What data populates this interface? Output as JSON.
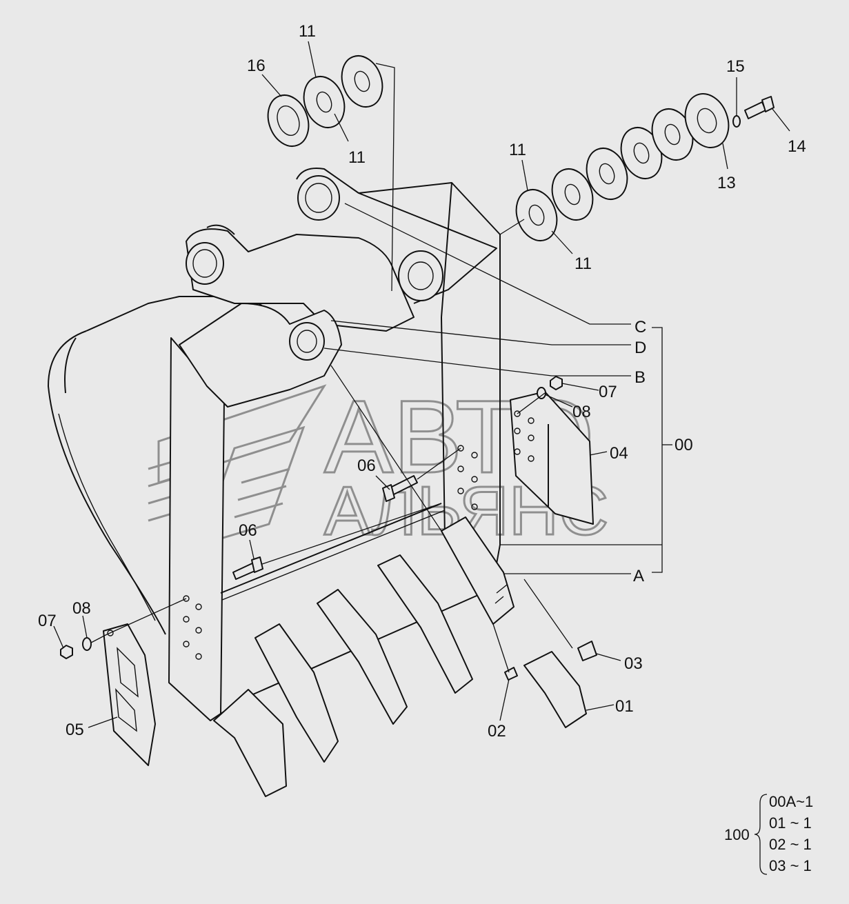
{
  "labels": {
    "l16": "16",
    "l11a": "11",
    "l11b": "11",
    "l11c": "11",
    "l11d": "11",
    "l15": "15",
    "l14": "14",
    "l13": "13",
    "lC": "C",
    "lD": "D",
    "lB": "B",
    "l07r": "07",
    "l08r": "08",
    "l04": "04",
    "l00": "00",
    "l06a": "06",
    "l06b": "06",
    "lA": "A",
    "l07l": "07",
    "l08l": "08",
    "l05": "05",
    "l03": "03",
    "l01": "01",
    "l02": "02"
  },
  "kit": {
    "number": "100",
    "items": [
      "00A~1",
      "01 ~ 1",
      "02 ~ 1",
      "03 ~ 1"
    ]
  },
  "watermark": {
    "line1": "АВТО",
    "line2": "АЛЬЯНС"
  }
}
